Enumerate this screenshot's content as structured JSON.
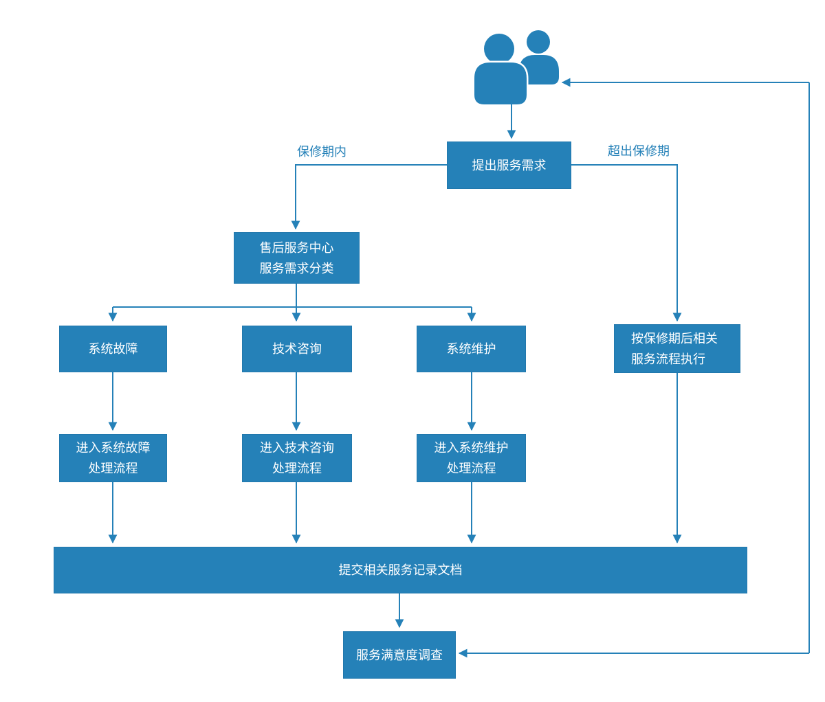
{
  "diagram": {
    "title": "after-sales service flowchart",
    "colors": {
      "primary": "#2581B8",
      "node_text": "#FFFFFF",
      "connector": "#2581B8",
      "background": "#FFFFFF"
    },
    "icons": {
      "customers_icon": "two-people silhouette"
    },
    "nodes": {
      "request": "提出服务需求",
      "service_center": "售后服务中心\n服务需求分类",
      "system_fault": "系统故障",
      "tech_consult": "技术咨询",
      "system_maint": "系统维护",
      "after_warranty": "按保修期后相关\n服务流程执行",
      "fault_process": "进入系统故障\n处理流程",
      "consult_process": "进入技术咨询\n处理流程",
      "maint_process": "进入系统维护\n处理流程",
      "submit_docs": "提交相关服务记录文档",
      "satisfaction_survey": "服务满意度调查"
    },
    "edge_labels": {
      "in_warranty": "保修期内",
      "out_of_warranty": "超出保修期"
    }
  }
}
